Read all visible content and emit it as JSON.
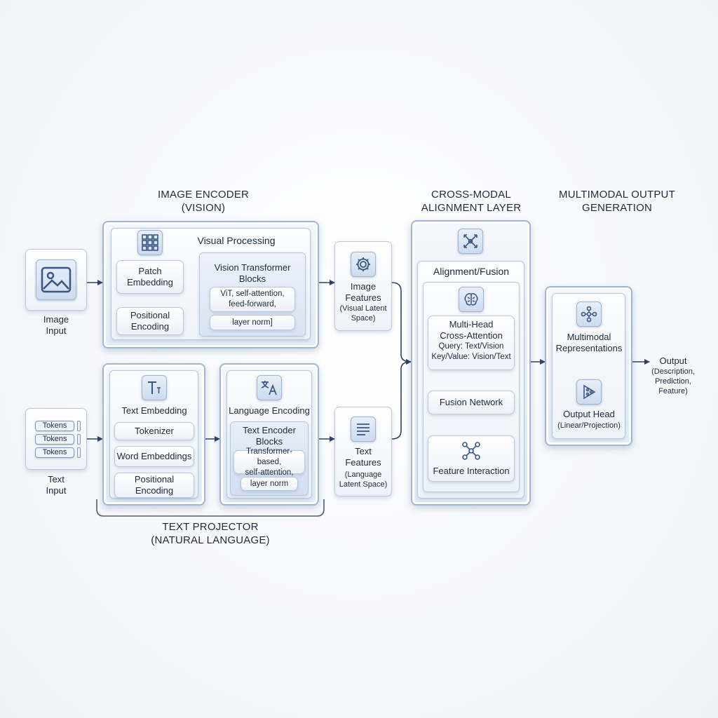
{
  "headings": {
    "image_encoder": [
      "IMAGE ENCODER",
      "(VISION)"
    ],
    "text_projector": [
      "TEXT PROJECTOR",
      "(NATURAL LANGUAGE)"
    ],
    "cross_modal": [
      "CROSS-MODAL",
      "ALIGNMENT LAYER"
    ],
    "output_gen": [
      "MULTIMODAL OUTPUT",
      "GENERATION"
    ]
  },
  "inputs": {
    "image": [
      "Image",
      "Input"
    ],
    "text": [
      "Text",
      "Input"
    ],
    "tokens": [
      "Tokens",
      "Tokens",
      "Tokens"
    ]
  },
  "vision": {
    "title": "Visual Processing",
    "patch": [
      "Patch",
      "Embedding"
    ],
    "positional": [
      "Positional",
      "Encoding"
    ],
    "vit_title": [
      "Vision Transformer",
      "Blocks"
    ],
    "vit_detail": [
      "ViT, self-attention,",
      "feed-forward,"
    ],
    "vit_norm": "layer norm]"
  },
  "text_embedding": {
    "title": "Text Embedding",
    "tokenizer": "Tokenizer",
    "word": "Word Embeddings",
    "positional": [
      "Positional",
      "Encoding"
    ]
  },
  "language_encoding": {
    "title": "Language Encoding",
    "blocks": [
      "Text Encoder",
      "Blocks"
    ],
    "detail": [
      "Transformer-based,",
      "self-attention,"
    ],
    "norm": "layer norm"
  },
  "features": {
    "image": [
      "Image",
      "Features"
    ],
    "image_sub": [
      "(Visual Latent",
      "Space)"
    ],
    "text": [
      "Text",
      "Features"
    ],
    "text_sub": [
      "(Language",
      "Latent Space)"
    ]
  },
  "alignment": {
    "title": "Alignment/Fusion",
    "mhca": [
      "Multi-Head",
      "Cross-Attention"
    ],
    "query": "Query: Text/Vision",
    "keyvalue": "Key/Value: Vision/Text",
    "fusion": "Fusion Network",
    "interaction": "Feature Interaction"
  },
  "output_gen": {
    "representations": [
      "Multimodal",
      "Representations"
    ],
    "head": "Output Head",
    "head_sub": "(Linear/Projection)"
  },
  "output": {
    "title": "Output",
    "sub": [
      "(Description,",
      "Prediction,",
      "Feature)"
    ]
  },
  "colors": {
    "arrow": "#2f4260",
    "panel_border": "#9fb6d6",
    "icon_fill": "#cddbee"
  },
  "icons": [
    "image-icon",
    "grid-icon",
    "gear-icon",
    "text-type-icon",
    "translate-icon",
    "document-icon",
    "network-icon",
    "brain-icon",
    "node-graph-icon",
    "output-head-icon"
  ]
}
